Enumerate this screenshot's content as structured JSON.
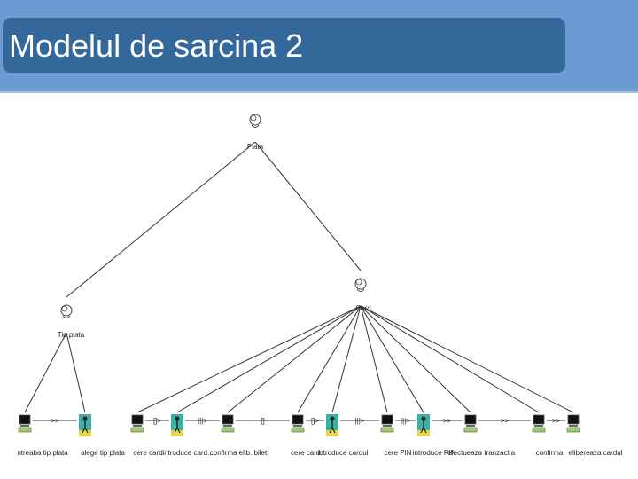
{
  "slide": {
    "title": "Modelul de sarcina 2"
  },
  "diagram": {
    "root": {
      "label": "Plata",
      "icon": "abstract-task-icon"
    },
    "left_task": {
      "label": "Tip plata",
      "icon": "abstract-task-icon"
    },
    "right_task": {
      "label": "Card",
      "icon": "abstract-task-icon"
    },
    "left_leaves": [
      {
        "label": "ntreaba tip plata",
        "icon": "computer-icon"
      },
      {
        "label": "alege tip plata",
        "icon": "user-icon"
      }
    ],
    "left_operators": [
      ">>"
    ],
    "right_leaves": [
      {
        "label": "cere card",
        "icon": "computer-icon"
      },
      {
        "label": "introduce card...",
        "icon": "user-icon"
      },
      {
        "label": "confirma elib. bilet",
        "icon": "computer-icon"
      },
      {
        "label": "cere card...",
        "icon": "computer-icon"
      },
      {
        "label": "introduce cardul",
        "icon": "user-icon"
      },
      {
        "label": "cere PIN",
        "icon": "computer-icon"
      },
      {
        "label": "introduce PIN",
        "icon": "user-icon"
      },
      {
        "label": "efectueaza tranzactia",
        "icon": "computer-icon"
      },
      {
        "label": "confirma",
        "icon": "computer-icon"
      },
      {
        "label": "elibereaza cardul",
        "icon": "computer-icon"
      }
    ],
    "right_operators": [
      "[]>",
      "|||>",
      "[]",
      "[]>",
      "|||>",
      "|||>",
      ">>",
      ">>",
      ">>"
    ],
    "colors": {
      "title_bar": "#34679a",
      "background": "#6b9bd1",
      "lines": "#333333",
      "user_icon": "#3cb0a4"
    }
  }
}
